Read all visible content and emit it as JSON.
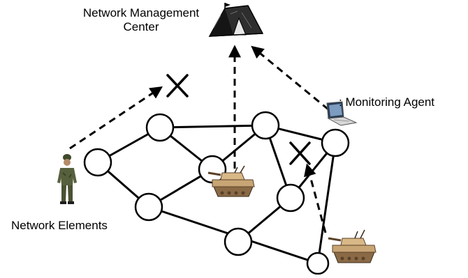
{
  "diagram": {
    "labels": {
      "nmc_line1": "Network Management",
      "nmc_line2": "Center",
      "agent": ": Monitoring  Agent",
      "elements": "Network Elements"
    },
    "icons": [
      "tent-icon",
      "laptop-icon",
      "soldier-icon",
      "tank-icon"
    ],
    "colors": {
      "line": "#000000",
      "node_fill": "#ffffff",
      "tent": "#3a3a3a",
      "tank": "#c8a574"
    }
  }
}
